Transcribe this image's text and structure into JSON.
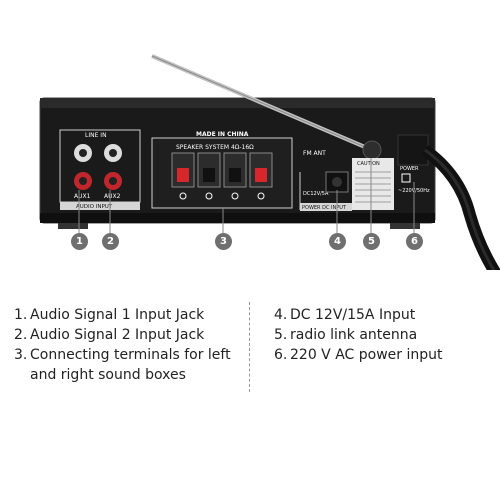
{
  "panel": {
    "made_in": "MADE IN CHINA",
    "line_in": "LINE IN",
    "aux1": "AUX1",
    "aux2": "AUX2",
    "audio_input": "AUDIO INPUT",
    "speaker_system": "SPEAKER SYSTEM 4Ω-16Ω",
    "fm_ant": "FM ANT",
    "dc_rating": "DC12V/5A",
    "power_dc_input": "POWER DC INPUT",
    "caution": "CAUTION",
    "power": "POWER",
    "ac_rating": "~220V/50Hz"
  },
  "callouts": [
    "1",
    "2",
    "3",
    "4",
    "5",
    "6"
  ],
  "legend": {
    "left": [
      {
        "num": "1.",
        "text": "Audio Signal 1 Input Jack"
      },
      {
        "num": "2.",
        "text": "Audio Signal 2 Input Jack"
      },
      {
        "num": "3.",
        "text": "Connecting terminals for left"
      },
      {
        "num": "",
        "text": "and right sound boxes"
      }
    ],
    "right": [
      {
        "num": "4.",
        "text": "DC 12V/15A Input"
      },
      {
        "num": "5.",
        "text": "radio link antenna"
      },
      {
        "num": "6.",
        "text": "220 V AC power input"
      }
    ]
  },
  "colors": {
    "chassis": "#1a1a1a",
    "panel_border": "#cfcfcf",
    "callout": "#6f6f6f",
    "red_jack": "#c0262b",
    "red_terminal": "#d8262d"
  }
}
